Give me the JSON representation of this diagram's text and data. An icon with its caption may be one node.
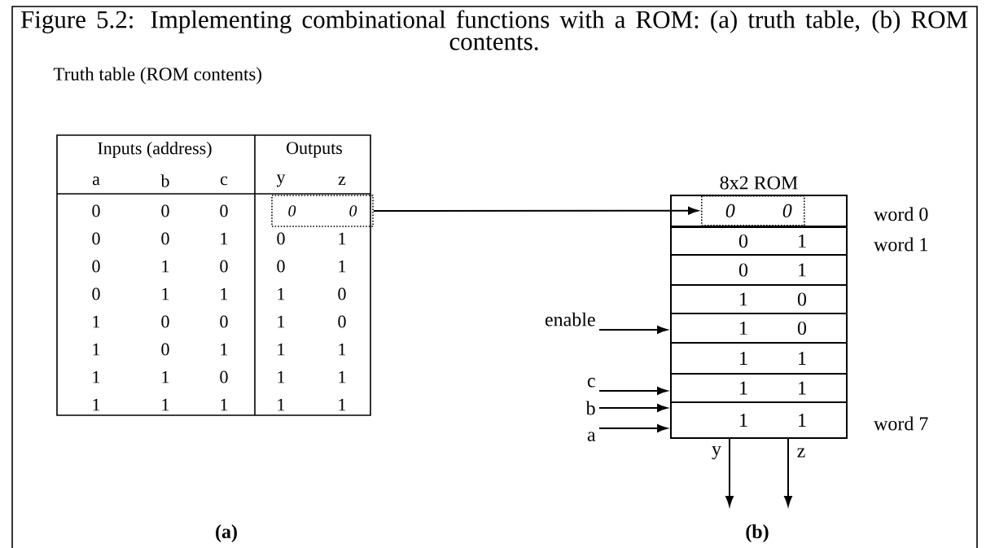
{
  "diagram": {
    "title": "Figure 5.2: Implementing combinational functions with a ROM: (a) truth table, (b) ROM contents.",
    "nodes": [
      {
        "text": [
          "0",
          "0"
        ]
      },
      {
        "text": [
          "8x2 ROM"
        ]
      },
      {
        "text": [
          "0",
          "0"
        ],
        "in": 1
      },
      {
        "text": [
          "0",
          "1"
        ],
        "in": 1,
        "beside": [
          "word 1"
        ]
      },
      {
        "text": [
          "0",
          "1"
        ],
        "in": 1
      },
      {
        "text": [
          "1",
          "0"
        ],
        "in": 1
      },
      {
        "text": [
          "1",
          "0"
        ],
        "in": 1
      },
      {
        "text": [
          "1",
          "1"
        ],
        "in": 1
      },
      {
        "text": [
          "1",
          "1"
        ],
        "in": 1
      },
      {
        "text": [
          "1",
          "1"
        ],
        "in": 1,
        "beside": [
          "word 7"
        ]
      },
      {
        "text": [
          "enable"
        ]
      },
      {
        "text": [
          "c"
        ]
      },
      {
        "text": [
          "b"
        ]
      },
      {
        "text": [
          "a"
        ]
      }
    ],
    "edges": [
      {
        "from": 0,
        "to": 2,
        "arrow": "to"
      },
      {
        "from": 10,
        "to": 1,
        "arrow": "to"
      },
      {
        "from": 11,
        "to": 1,
        "arrow": "to"
      },
      {
        "from": 12,
        "to": 1,
        "arrow": "to"
      },
      {
        "from": 13,
        "to": 1,
        "arrow": "to"
      },
      {
        "from": 1,
        "to": null,
        "arrow": "to",
        "label": "y"
      },
      {
        "from": 1,
        "to": null,
        "arrow": "to",
        "label": "z"
      }
    ],
    "labels": [
      "Truth table (ROM contents)",
      "Inputs (address)",
      "Outputs",
      "a",
      "b",
      "c",
      "y",
      "z",
      "0",
      "0",
      "0",
      "0",
      "0",
      "1",
      "0",
      "1",
      "0",
      "1",
      "0",
      "0",
      "1",
      "0",
      "1",
      "1",
      "1",
      "0",
      "1",
      "0",
      "0",
      "1",
      "0",
      "1",
      "0",
      "1",
      "1",
      "1",
      "1",
      "1",
      "0",
      "1",
      "1",
      "1",
      "1",
      "1",
      "1",
      "1",
      "word 0",
      "(a)",
      "(b)"
    ]
  }
}
